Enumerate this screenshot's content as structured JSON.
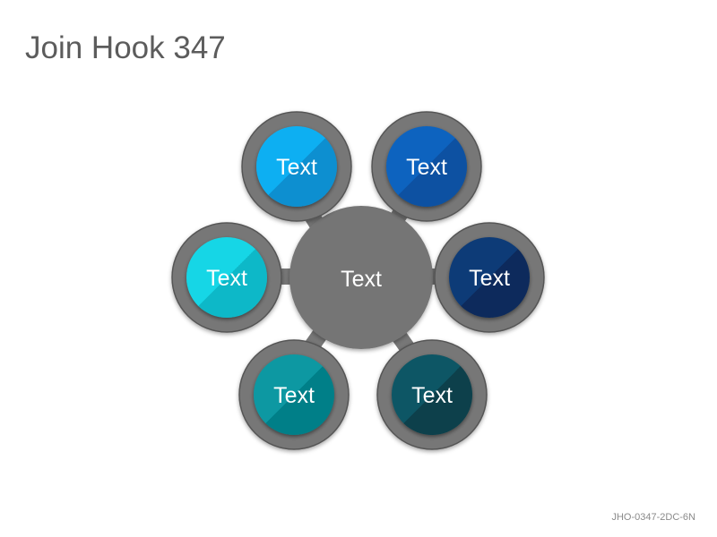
{
  "title": "Join Hook 347",
  "footer_code": "JHO-0347-2DC-6N",
  "colors": {
    "ring": "#777777",
    "ring_shadow": "#555555",
    "hub": "#757575"
  },
  "hub": {
    "label": "Text"
  },
  "nodes": [
    {
      "label": "Text",
      "color_light": "#10aff2",
      "color_dark": "#0a8fd0"
    },
    {
      "label": "Text",
      "color_light": "#0a63bf",
      "color_dark": "#0751a2"
    },
    {
      "label": "Text",
      "color_light": "#0f3b77",
      "color_dark": "#0a2c5c"
    },
    {
      "label": "Text",
      "color_light": "#0b5665",
      "color_dark": "#073f4c"
    },
    {
      "label": "Text",
      "color_light": "#0a98a2",
      "color_dark": "#067f88"
    },
    {
      "label": "Text",
      "color_light": "#16d6e6",
      "color_dark": "#0bb8c8"
    }
  ]
}
